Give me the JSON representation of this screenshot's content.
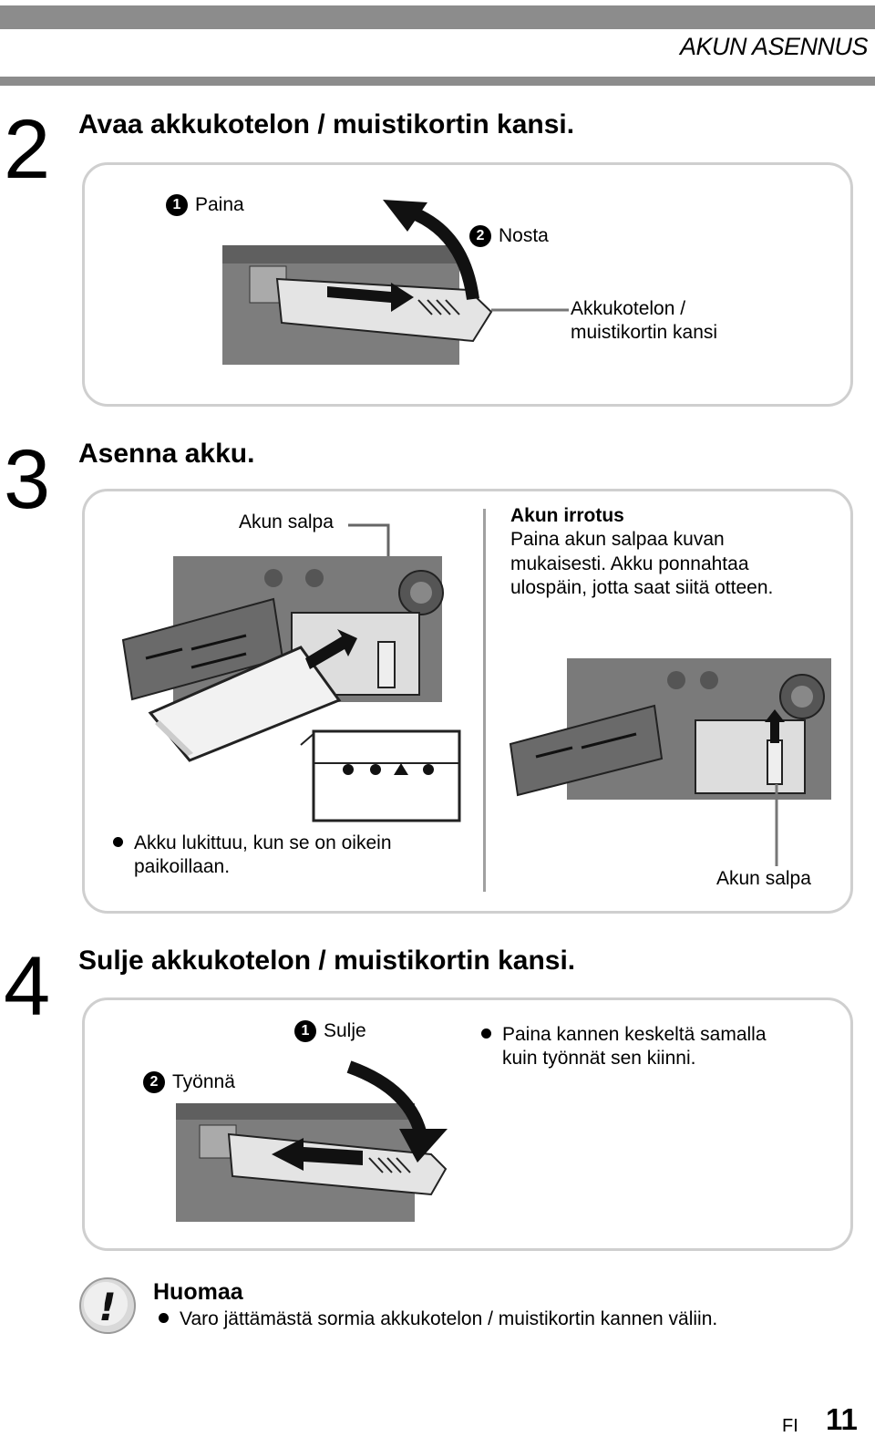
{
  "header": {
    "section_title": "AKUN ASENNUS"
  },
  "step2": {
    "number": "2",
    "title": "Avaa akkukotelon / muistikortin kansi.",
    "label_press_num": "1",
    "label_press": "Paina",
    "label_lift_num": "2",
    "label_lift": "Nosta",
    "label_cover_line1": "Akkukotelon /",
    "label_cover_line2": "muistikortin kansi"
  },
  "step3": {
    "number": "3",
    "title": "Asenna akku.",
    "label_latch_top": "Akun salpa",
    "removal_title": "Akun irrotus",
    "removal_line1": "Paina akun salpaa kuvan",
    "removal_line2": "mukaisesti. Akku ponnahtaa",
    "removal_line3": "ulospäin, jotta saat siitä otteen.",
    "note_line1": "Akku lukittuu, kun se on oikein",
    "note_line2": "paikoillaan.",
    "label_latch_bottom": "Akun salpa"
  },
  "step4": {
    "number": "4",
    "title": "Sulje akkukotelon / muistikortin kansi.",
    "label_close_num": "1",
    "label_close": "Sulje",
    "label_push_num": "2",
    "label_push": "Työnnä",
    "bullet_line1": "Paina kannen keskeltä samalla",
    "bullet_line2": "kuin työnnät sen kiinni."
  },
  "note": {
    "title": "Huomaa",
    "text": "Varo jättämästä sormia akkukotelon / muistikortin kannen väliin.",
    "icon_glyph": "!"
  },
  "footer": {
    "lang": "FI",
    "page_number": "11"
  }
}
